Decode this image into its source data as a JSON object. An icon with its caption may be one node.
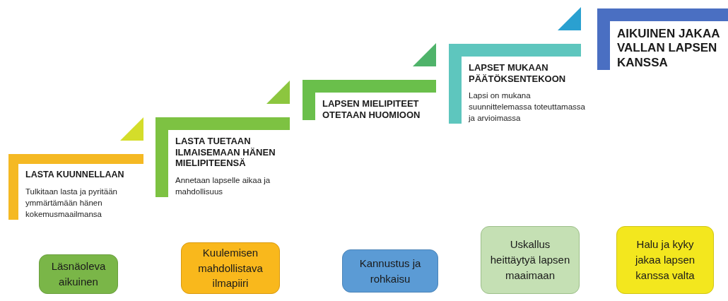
{
  "diagram": {
    "nodes": [
      {
        "text": [
          "LASTA KUUNNELLAAN",
          "Tulkitaan lasta ja pyritään ymmärtämään hänen kokemusmaailmansa"
        ]
      },
      {
        "text": [
          "LASTA TUETAAN ILMAISEMAAN HÄNEN MIELIPITEENSÄ",
          "Annetaan lapselle aikaa ja mahdollisuus"
        ]
      },
      {
        "text": [
          "LAPSEN MIELIPITEET OTETAAN HUOMIOON"
        ]
      },
      {
        "text": [
          "LAPSET MUKAAN PÄÄTÖKSENTEKOON",
          "Lapsi on mukana suunnittelemassa toteuttamassa ja arvioimassa"
        ]
      },
      {
        "text": [
          "AIKUINEN JAKAA VALLAN LAPSEN KANSSA"
        ]
      },
      {
        "text": [
          "Läsnäoleva aikuinen"
        ]
      },
      {
        "text": [
          "Kuulemisen mahdollistava ilmapiiri"
        ]
      },
      {
        "text": [
          "Kannustus ja rohkaisu"
        ]
      },
      {
        "text": [
          "Uskallus heittäytyä lapsen maaimaan"
        ]
      },
      {
        "text": [
          "Halu ja kyky jakaa lapsen kanssa valta"
        ]
      }
    ],
    "edges": []
  }
}
